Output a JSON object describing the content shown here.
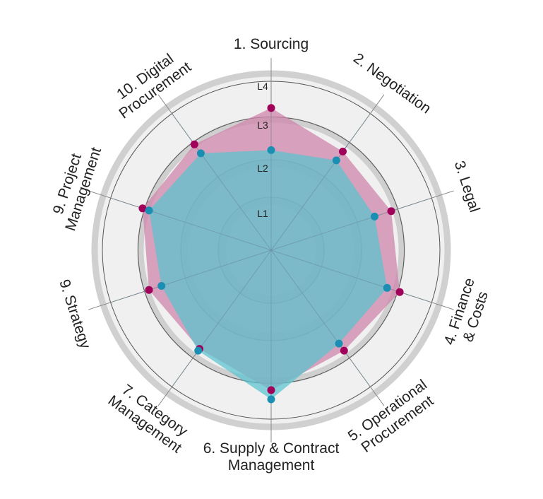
{
  "chart_data": {
    "type": "radar",
    "title": "",
    "categories": [
      [
        "1. Sourcing"
      ],
      [
        "2. Negotiation"
      ],
      [
        "3. Legal"
      ],
      [
        "4. Finance",
        "& Costs"
      ],
      [
        "5. Operational",
        "Procurement"
      ],
      [
        "6. Supply & Contract",
        "Management"
      ],
      [
        "7. Category",
        "Management"
      ],
      [
        "9. Strategy"
      ],
      [
        "9. Project",
        "Management"
      ],
      [
        "10. Digital",
        "Procurement"
      ]
    ],
    "levels": [
      "L1",
      "L2",
      "L3",
      "L4"
    ],
    "rlim": [
      0,
      4
    ],
    "series": [
      {
        "color": "#a0005a",
        "fill": "#cf86ab",
        "values": [
          3.25,
          2.8,
          2.9,
          3.1,
          2.85,
          3.2,
          2.8,
          2.95,
          3.1,
          3.0
        ]
      },
      {
        "color": "#1a8fb3",
        "fill": "#59c3cf",
        "values": [
          2.3,
          2.55,
          2.5,
          2.8,
          2.65,
          3.4,
          2.85,
          2.65,
          2.95,
          2.75
        ]
      }
    ]
  }
}
